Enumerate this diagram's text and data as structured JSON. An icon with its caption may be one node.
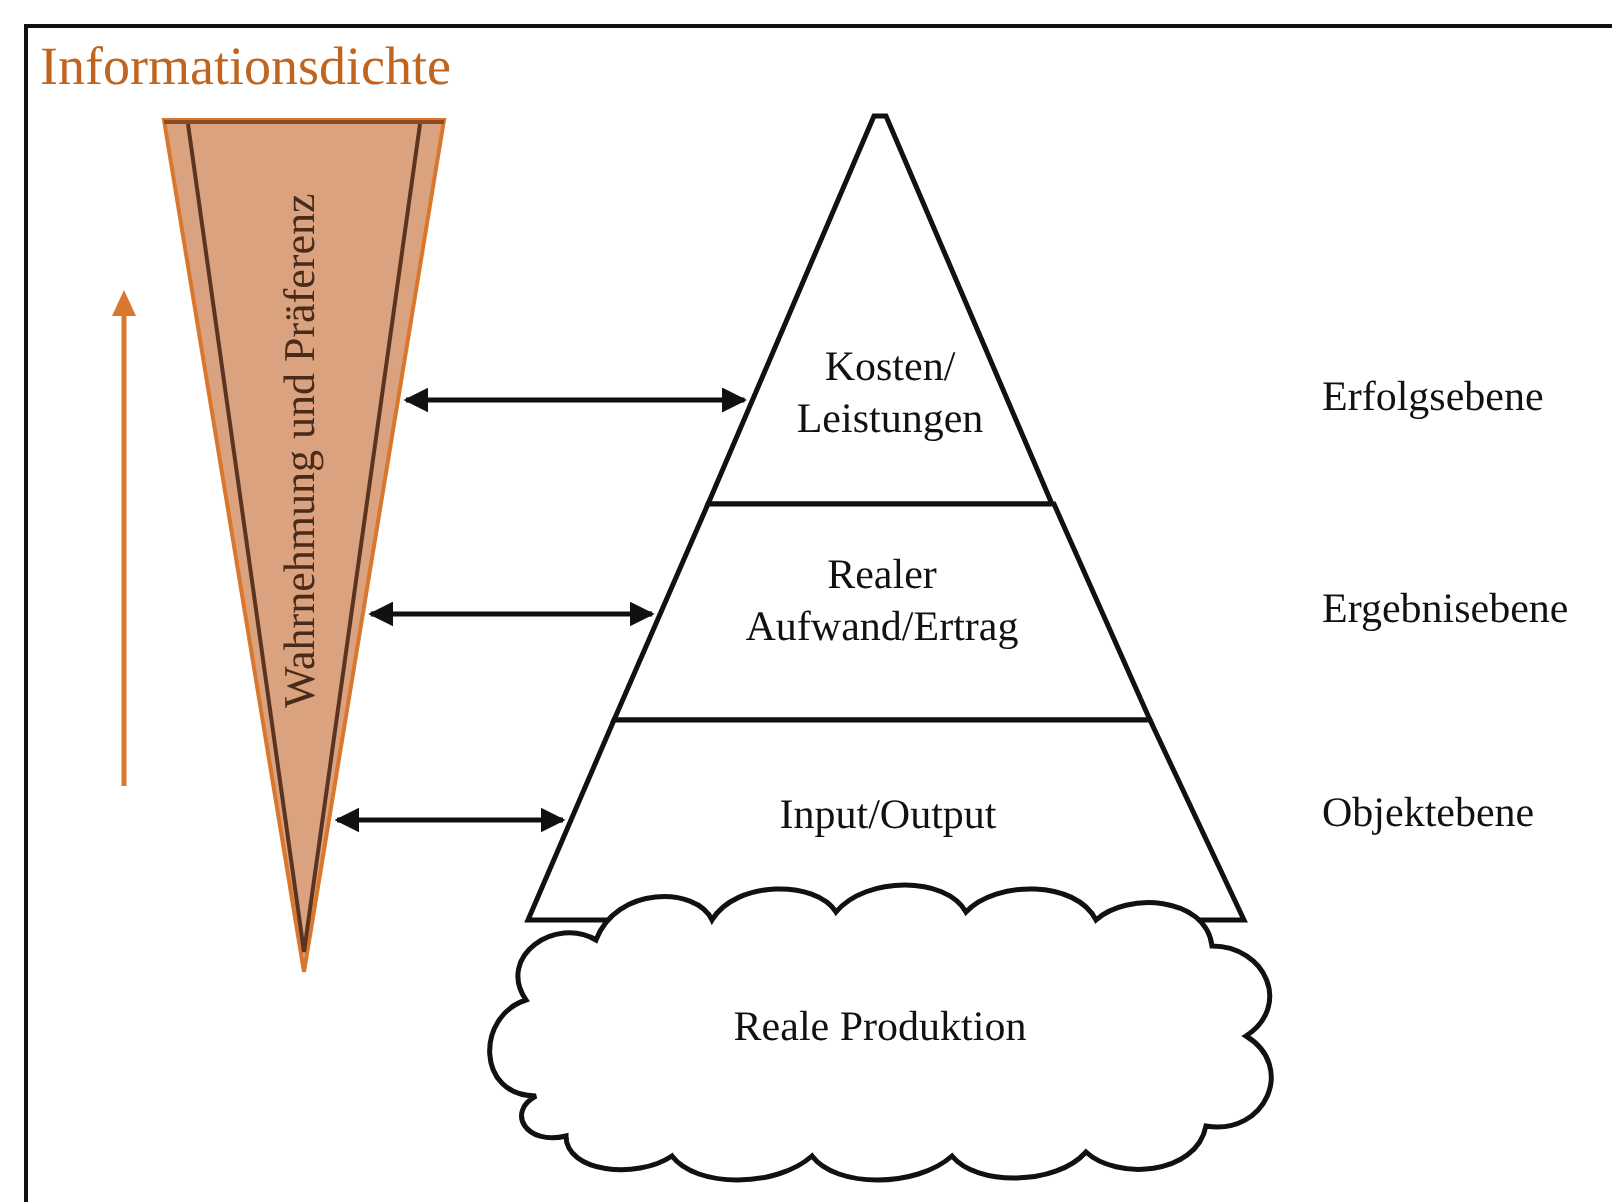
{
  "diagram": {
    "title": "Informationsdichte",
    "nodes": [
      {
        "text": [
          "Wahrnehmung und Präferenz"
        ]
      },
      {
        "text": [
          "Kosten/ Leistungen"
        ]
      },
      {
        "text": [
          "Realer Aufwand/Ertrag"
        ]
      },
      {
        "text": [
          "Input/Output"
        ]
      },
      {
        "text": [
          "Reale Produktion"
        ]
      }
    ],
    "edges": [
      {
        "from": 0,
        "to": 1,
        "arrow": "both"
      },
      {
        "from": 0,
        "to": 2,
        "arrow": "both"
      },
      {
        "from": 0,
        "to": 3,
        "arrow": "both"
      }
    ],
    "labels": [
      "Erfolgsebene",
      "Ergebnisebene",
      "Objektebene"
    ]
  }
}
